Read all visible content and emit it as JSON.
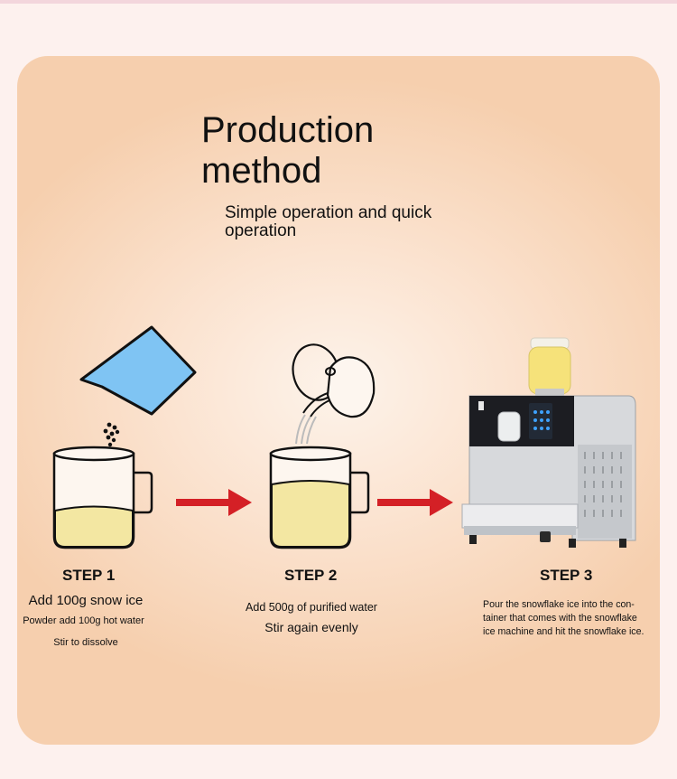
{
  "header": {
    "title_line1": "Production",
    "title_line2": "method",
    "subtitle": "Simple operation and quick operation"
  },
  "steps": [
    {
      "title": "STEP 1",
      "line1": "Add 100g snow ice",
      "line2": "Powder add 100g hot water",
      "line3": "Stir to dissolve"
    },
    {
      "title": "STEP 2",
      "line1": "Add 500g of purified water",
      "line2": "Stir again evenly"
    },
    {
      "title": "STEP 3",
      "line1": "Pour the snowflake ice into the con-",
      "line2": "tainer that comes with the snowflake",
      "line3": "ice machine and hit the snowflake ice."
    }
  ],
  "colors": {
    "arrow": "#d42026",
    "liquid": "#f3e7a2",
    "bag": "#7fc4f3"
  },
  "icons": [
    "powder-bag-icon",
    "cup-icon",
    "kettle-icon",
    "arrow-right-icon",
    "snowflake-ice-machine-icon"
  ]
}
